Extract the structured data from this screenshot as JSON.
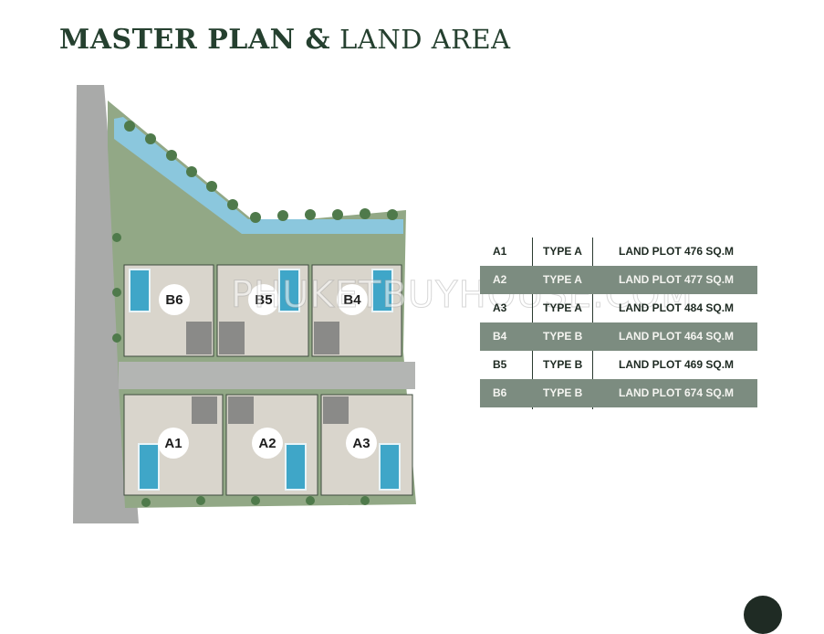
{
  "title": {
    "bold": "MASTER PLAN &",
    "light": "LAND AREA"
  },
  "plots": [
    {
      "id": "A1",
      "type": "TYPE A",
      "land": "LAND PLOT  476 SQ.M"
    },
    {
      "id": "A2",
      "type": "TYPE A",
      "land": "LAND PLOT 477 SQ.M"
    },
    {
      "id": "A3",
      "type": "TYPE A",
      "land": "LAND PLOT 484 SQ.M"
    },
    {
      "id": "B4",
      "type": "TYPE B",
      "land": "LAND PLOT 464 SQ.M"
    },
    {
      "id": "B5",
      "type": "TYPE B",
      "land": "LAND PLOT  469 SQ.M"
    },
    {
      "id": "B6",
      "type": "TYPE B",
      "land": "LAND PLOT 674 SQ.M"
    }
  ],
  "watermark": "PHUKETBUYHOUSE.COM",
  "colors": {
    "title": "#25402f",
    "row_alt": "#7c8c80",
    "grass": "#8fa77c",
    "water": "#7fc3df",
    "road": "#a7a9a8",
    "pool": "#3fa6c8"
  }
}
